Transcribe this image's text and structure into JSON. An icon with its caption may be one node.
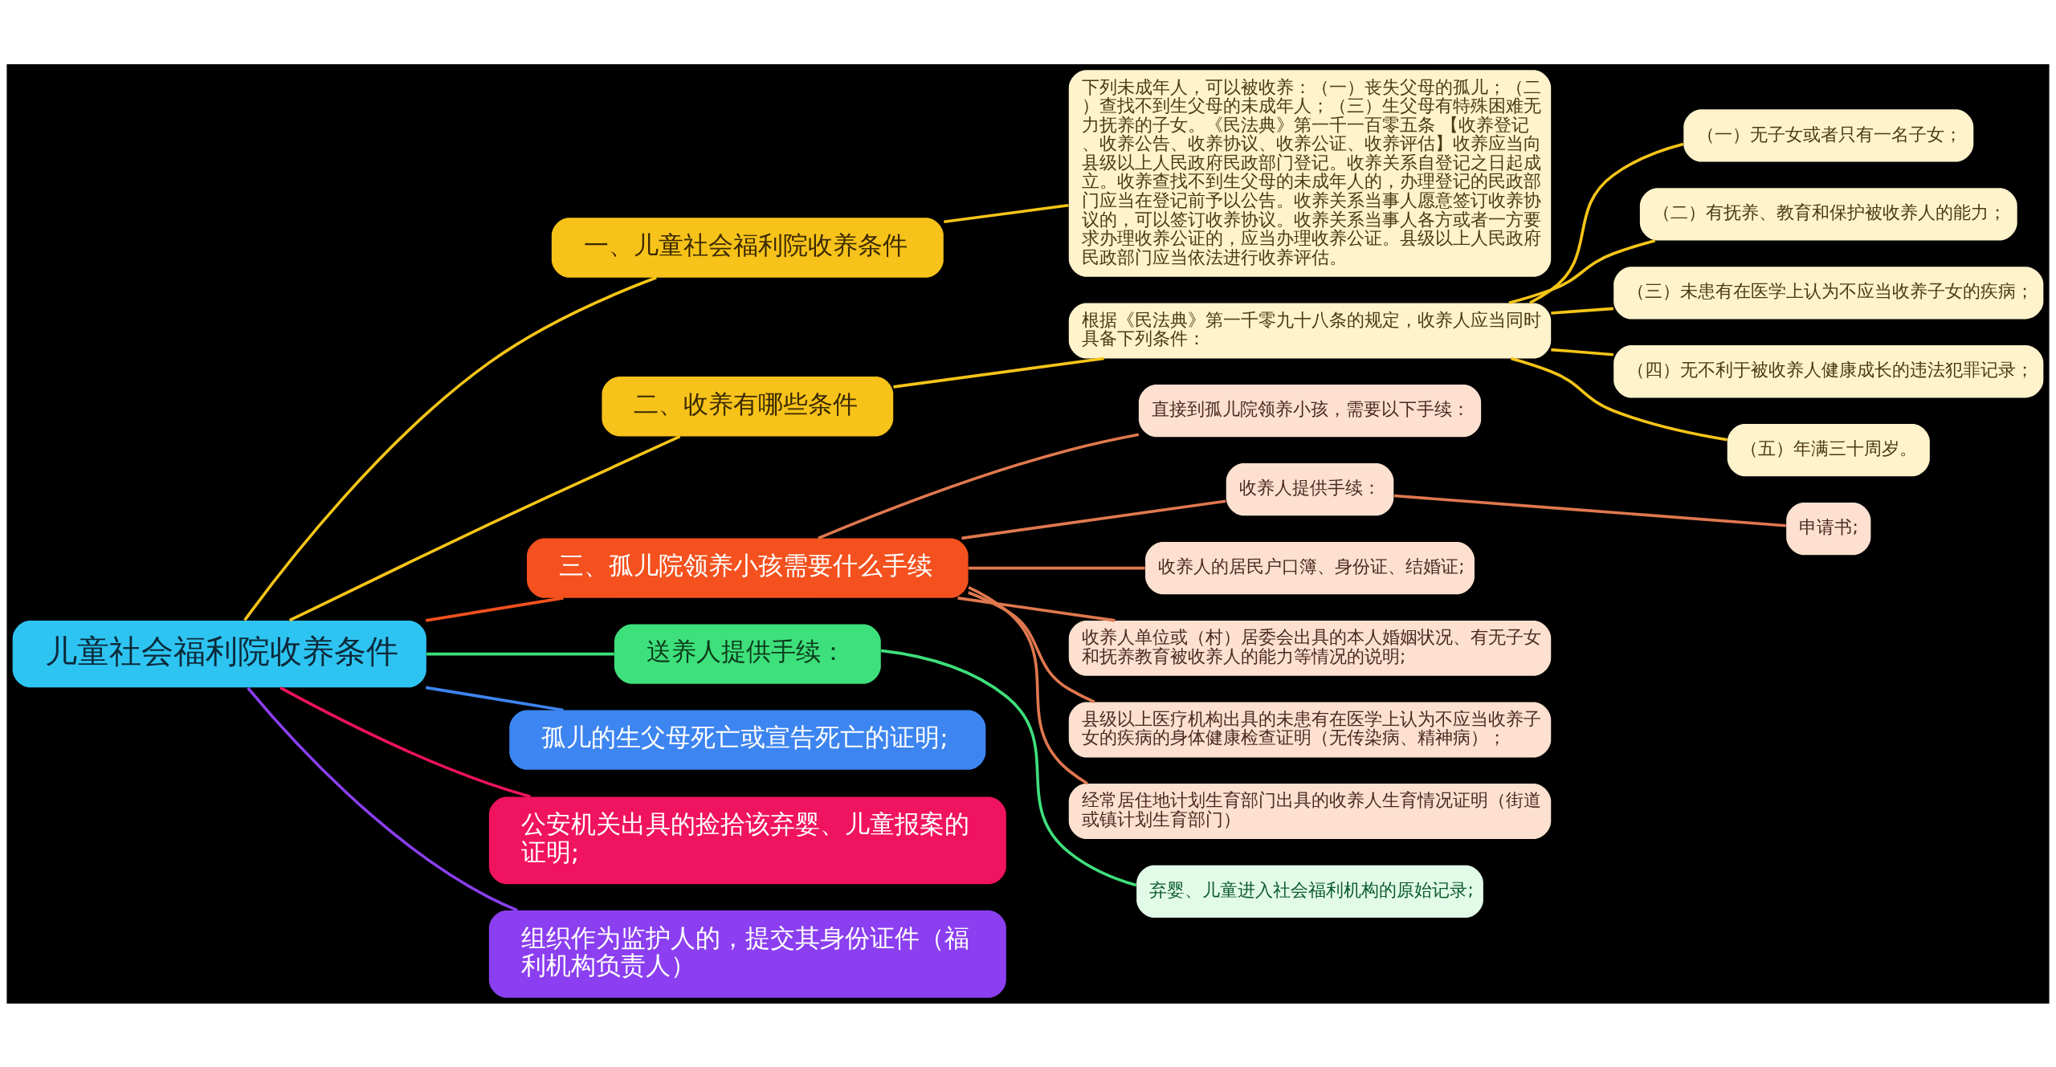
{
  "diagram": {
    "nodes": [
      {
        "text": [
          "儿童社会福利院收养条件"
        ]
      },
      {
        "text": [
          "一、儿童社会福利院收养条件"
        ]
      },
      {
        "text": [
          "下列未成年人，可以被收养：（一）丧失父母的孤儿；（二）查找不到生父母的未成年人；（三）生父母有特殊困难无力抚养的子女。《民法典》第一千一百零五条 【收养登记、收养公告、收养协议、收养公证、收养评估】收养应当向县级以上人民政府民政部门登记。收养关系自登记之日起成立。收养查找不到生父母的未成年人的，办理登记的民政部门应当在登记前予以公告。收养关系当事人愿意签订收养协议的，可以签订收养协议。收养关系当事人各方或者一方要求办理收养公证的，应当办理收养公证。县级以上人民政府民政部门应当依法进行收养评估。"
        ]
      },
      {
        "text": [
          "二、收养有哪些条件"
        ]
      },
      {
        "text": [
          "根据《民法典》第一千零九十八条的规定，收养人应当同时具备下列条件："
        ]
      },
      {
        "text": [
          "（一）无子女或者只有一名子女；"
        ]
      },
      {
        "text": [
          "（二）有抚养、教育和保护被收养人的能力；"
        ]
      },
      {
        "text": [
          "（三）未患有在医学上认为不应当收养子女的疾病；"
        ]
      },
      {
        "text": [
          "（四）无不利于被收养人健康成长的违法犯罪记录；"
        ]
      },
      {
        "text": [
          "（五）年满三十周岁。"
        ]
      },
      {
        "text": [
          "三、孤儿院领养小孩需要什么手续"
        ]
      },
      {
        "text": [
          "直接到孤儿院领养小孩，需要以下手续："
        ]
      },
      {
        "text": [
          "收养人提供手续："
        ]
      },
      {
        "text": [
          "申请书;"
        ]
      },
      {
        "text": [
          "收养人的居民户口簿、身份证、结婚证;"
        ]
      },
      {
        "text": [
          "收养人单位或（村）居委会出具的本人婚姻状况、有无子女和抚养教育被收养人的能力等情况的说明;"
        ]
      },
      {
        "text": [
          "县级以上医疗机构出具的未患有在医学上认为不应当收养子女的疾病的身体健康检查证明（无传染病、精神病）；"
        ]
      },
      {
        "text": [
          "经常居住地计划生育部门出具的收养人生育情况证明（街道或镇计划生育部门）"
        ]
      },
      {
        "text": [
          "送养人提供手续："
        ]
      },
      {
        "text": [
          "弃婴、儿童进入社会福利机构的原始记录;"
        ]
      },
      {
        "text": [
          "孤儿的生父母死亡或宣告死亡的证明;"
        ]
      },
      {
        "text": [
          "公安机关出具的捡拾该弃婴、儿童报案的证明;"
        ]
      },
      {
        "text": [
          "组织作为监护人的，提交其身份证件（福利机构负责人）"
        ]
      }
    ],
    "edges": [
      {
        "from": 0,
        "to": 1,
        "arrow": "none",
        "color": "#f5c518"
      },
      {
        "from": 1,
        "to": 2,
        "arrow": "none",
        "color": "#f5c518"
      },
      {
        "from": 0,
        "to": 3,
        "arrow": "none",
        "color": "#f5c518"
      },
      {
        "from": 3,
        "to": 4,
        "arrow": "none",
        "color": "#f5c518"
      },
      {
        "from": 4,
        "to": 5,
        "arrow": "none",
        "color": "#f5c518"
      },
      {
        "from": 4,
        "to": 6,
        "arrow": "none",
        "color": "#f5c518"
      },
      {
        "from": 4,
        "to": 7,
        "arrow": "none",
        "color": "#f5c518"
      },
      {
        "from": 4,
        "to": 8,
        "arrow": "none",
        "color": "#f5c518"
      },
      {
        "from": 4,
        "to": 9,
        "arrow": "none",
        "color": "#f5c518"
      },
      {
        "from": 0,
        "to": 10,
        "arrow": "none",
        "color": "#f4511e"
      },
      {
        "from": 10,
        "to": 11,
        "arrow": "none",
        "color": "#e0784f"
      },
      {
        "from": 10,
        "to": 12,
        "arrow": "none",
        "color": "#e0784f"
      },
      {
        "from": 12,
        "to": 13,
        "arrow": "none",
        "color": "#e0784f"
      },
      {
        "from": 10,
        "to": 14,
        "arrow": "none",
        "color": "#e0784f"
      },
      {
        "from": 10,
        "to": 15,
        "arrow": "none",
        "color": "#e0784f"
      },
      {
        "from": 10,
        "to": 16,
        "arrow": "none",
        "color": "#e0784f"
      },
      {
        "from": 10,
        "to": 17,
        "arrow": "none",
        "color": "#e0784f"
      },
      {
        "from": 0,
        "to": 18,
        "arrow": "none",
        "color": "#3ee07c"
      },
      {
        "from": 18,
        "to": 19,
        "arrow": "none",
        "color": "#3ee07c"
      },
      {
        "from": 0,
        "to": 20,
        "arrow": "none",
        "color": "#3d85f0"
      },
      {
        "from": 0,
        "to": 21,
        "arrow": "none",
        "color": "#f0135f"
      },
      {
        "from": 0,
        "to": 22,
        "arrow": "none",
        "color": "#8b3ff0"
      }
    ]
  }
}
